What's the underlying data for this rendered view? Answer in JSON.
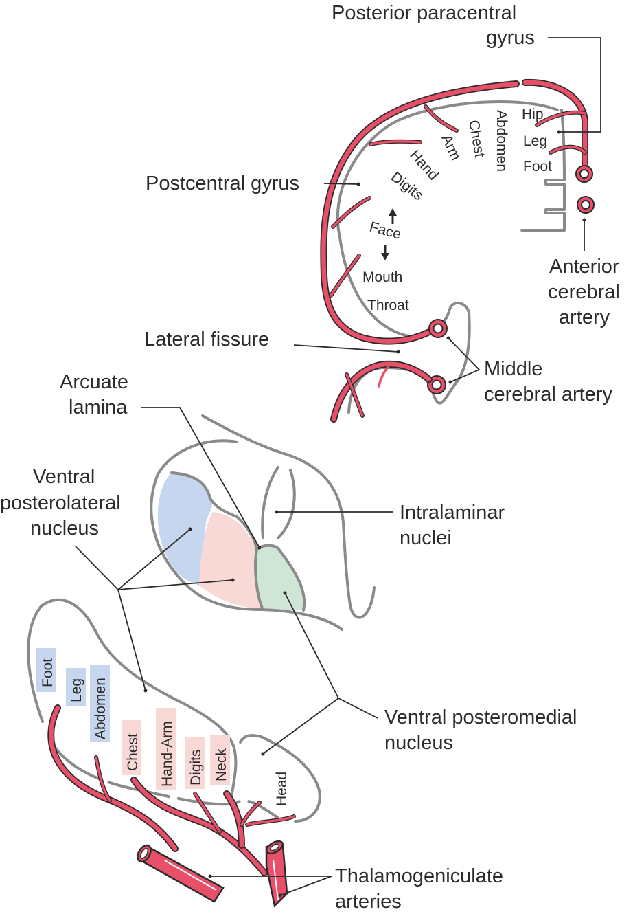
{
  "colors": {
    "artery": "#e8506a",
    "outline": "#8a8a8a",
    "text": "#2b2b2b",
    "vpl_blue": "#c6d6ee",
    "vpl_pink": "#f9d9d6",
    "vpm_green": "#cfe6d6"
  },
  "cortex_labels": {
    "posterior_paracentral_line1": "Posterior paracentral",
    "posterior_paracentral_line2": "gyrus",
    "postcentral_gyrus": "Postcentral gyrus",
    "lateral_fissure": "Lateral fissure",
    "anterior_cerebral_line1": "Anterior",
    "anterior_cerebral_line2": "cerebral",
    "anterior_cerebral_line3": "artery",
    "middle_cerebral_line1": "Middle",
    "middle_cerebral_line2": "cerebral artery"
  },
  "homunculus_cortex": {
    "hip": "Hip",
    "leg": "Leg",
    "foot": "Foot",
    "abdomen": "Abdomen",
    "chest": "Chest",
    "arm": "Arm",
    "hand": "Hand",
    "digits": "Digits",
    "face": "Face",
    "mouth": "Mouth",
    "throat": "Throat"
  },
  "thalamus_labels": {
    "arcuate_line1": "Arcuate",
    "arcuate_line2": "lamina",
    "vpl_line1": "Ventral",
    "vpl_line2": "posterolateral",
    "vpl_line3": "nucleus",
    "intralaminar_line1": "Intralaminar",
    "intralaminar_line2": "nuclei",
    "vpm_line1": "Ventral posteromedial",
    "vpm_line2": "nucleus",
    "thalamogeniculate_line1": "Thalamogeniculate",
    "thalamogeniculate_line2": "arteries"
  },
  "homunculus_thalamus": {
    "foot": "Foot",
    "leg": "Leg",
    "abdomen": "Abdomen",
    "chest": "Chest",
    "hand_arm": "Hand-Arm",
    "digits": "Digits",
    "neck": "Neck",
    "head": "Head"
  }
}
